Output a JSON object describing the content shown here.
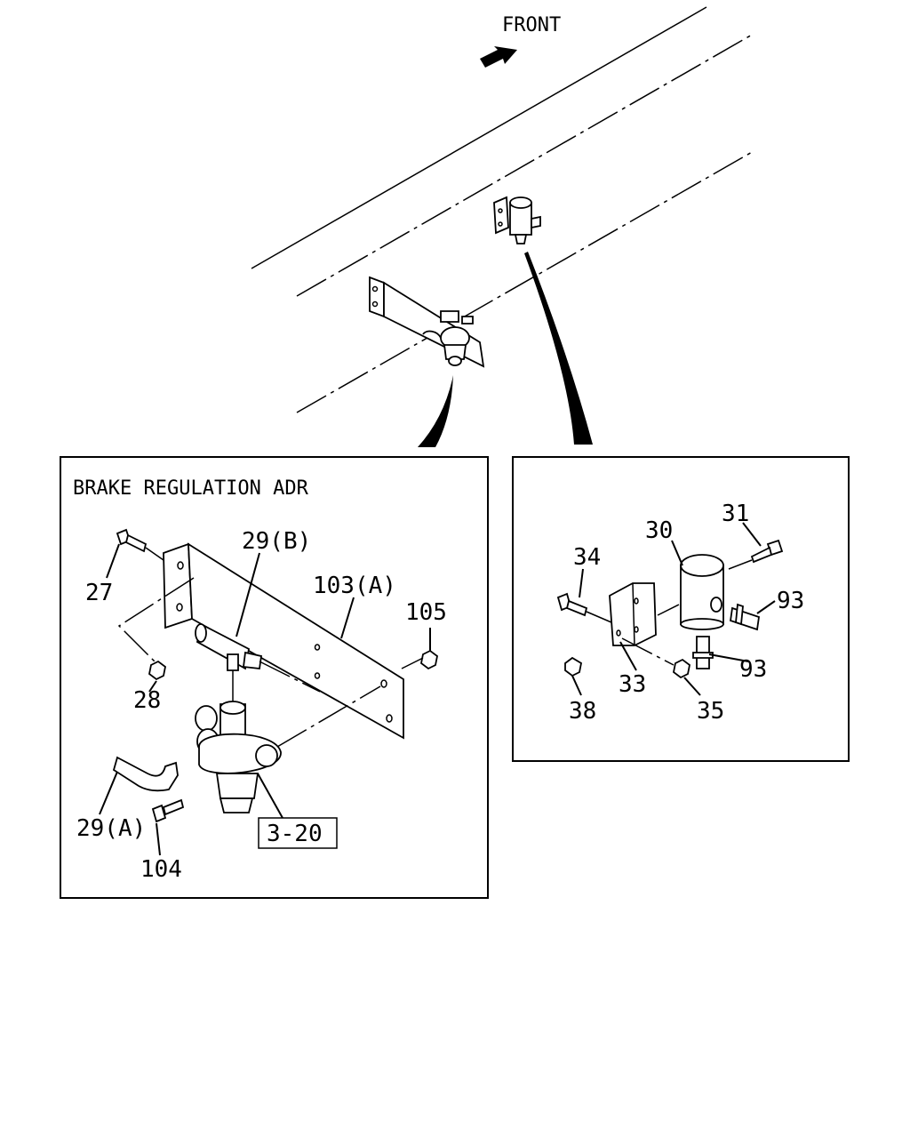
{
  "direction_label": "FRONT",
  "left_panel": {
    "title": "BRAKE REGULATION ADR",
    "callouts": {
      "c27": "27",
      "c28": "28",
      "c29a": "29(A)",
      "c29b": "29(B)",
      "c103a": "103(A)",
      "c104": "104",
      "c105": "105",
      "ref": "3-20"
    }
  },
  "right_panel": {
    "callouts": {
      "c30": "30",
      "c31": "31",
      "c33": "33",
      "c34": "34",
      "c35": "35",
      "c38": "38",
      "c93a": "93",
      "c93b": "93"
    }
  },
  "icons": [
    "front-arrow-icon"
  ]
}
